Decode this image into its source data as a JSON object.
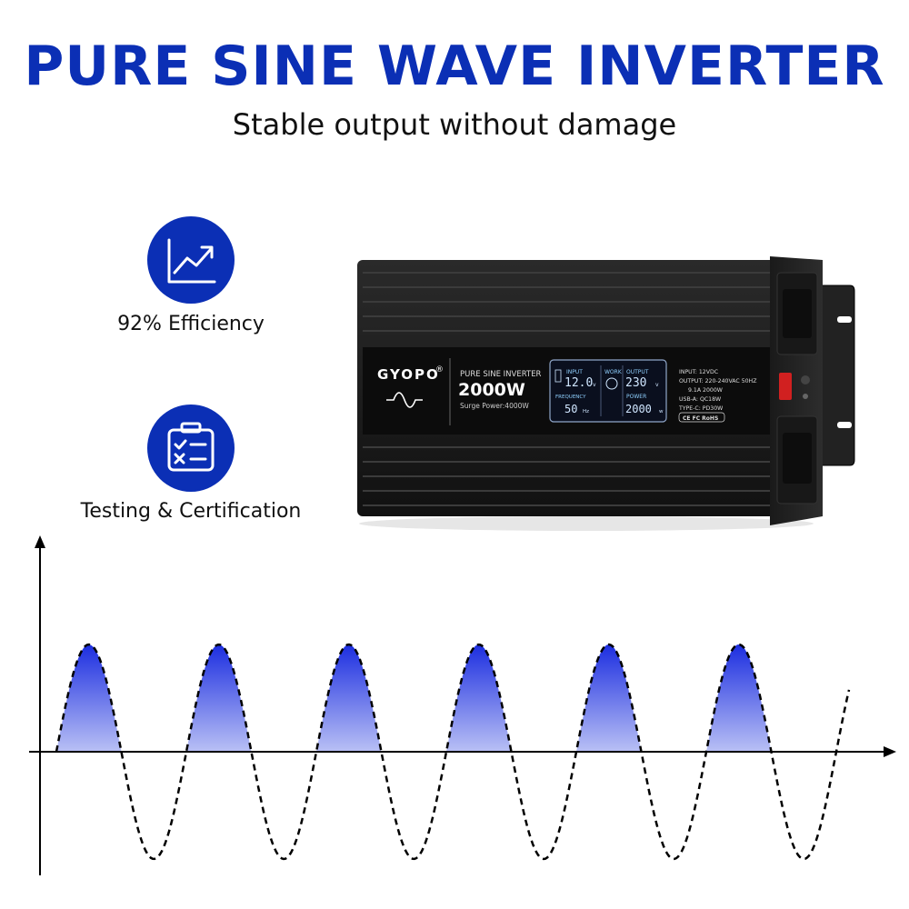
{
  "header": {
    "title": "PURE SINE WAVE INVERTER",
    "subtitle": "Stable output without damage"
  },
  "features": [
    {
      "icon": "growth-chart-icon",
      "label": "92% Efficiency"
    },
    {
      "icon": "checklist-clipboard-icon",
      "label": "Testing & Certification"
    }
  ],
  "product": {
    "brand": "GYOPO",
    "registered": "®",
    "type_label": "PURE SINE INVERTER",
    "power_rating": "2000W",
    "surge": "Surge Power:4000W",
    "display": {
      "input_label": "INPUT",
      "input_value": "12.0",
      "input_unit": "v",
      "work_label": "WORK",
      "output_label": "OUTPUT",
      "output_value": "230",
      "output_unit": "v",
      "frequency_label": "FREQUENCY",
      "frequency_value": "50",
      "frequency_unit": "Hz",
      "power_label": "POWER",
      "power_value": "2000",
      "power_unit": "w"
    },
    "specs": [
      "INPUT: 12VDC",
      "OUTPUT: 220-240VAC 50HZ",
      "9.1A 2000W",
      "USB-A: QC18W",
      "TYPE-C: PD30W"
    ],
    "certs": "CE FC RoHS"
  },
  "colors": {
    "brand_blue": "#0b2fb5",
    "wave_top": "#1c2ee0",
    "wave_bottom": "#b9c0f5",
    "lcd_bg": "#0a0f1e",
    "lcd_text": "#cfe6ff"
  }
}
